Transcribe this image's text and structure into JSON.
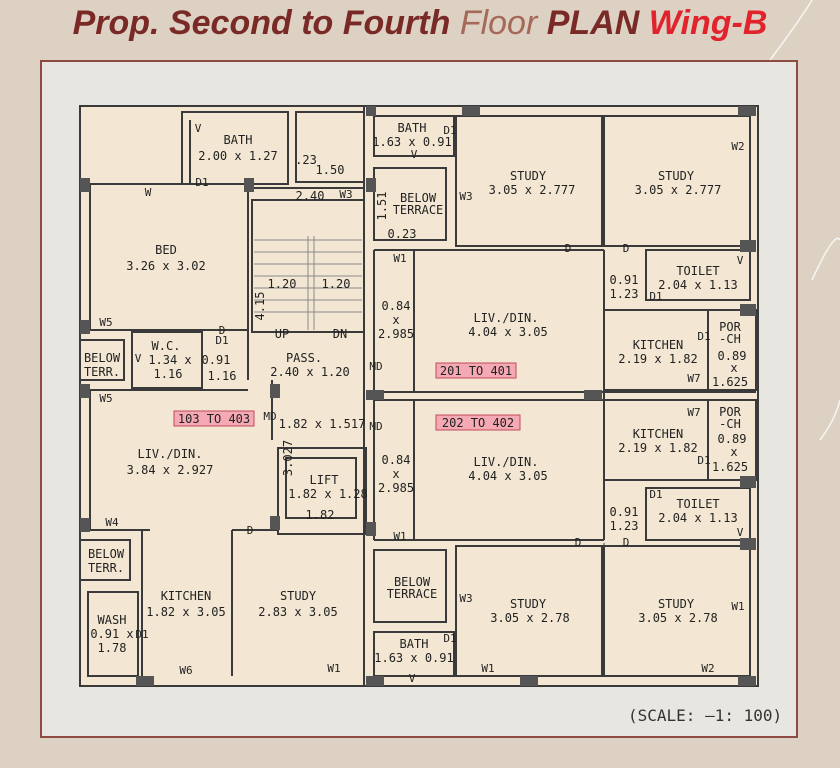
{
  "title": {
    "part1": "Prop. Second to Fourth ",
    "part2": "Floor ",
    "part3": "PLAN ",
    "part4": "Wing-B",
    "colors": {
      "dark": "#7a2a26",
      "light": "#a5695a",
      "red": "#e0232c"
    }
  },
  "scale": "(SCALE: —1: 100)",
  "rooms": {
    "bath_left": [
      "BATH",
      "2.00 x 1.27"
    ],
    "bed": [
      "BED",
      "3.26 x 3.02"
    ],
    "wc": [
      "W.C.",
      "1.34 x",
      "1.16"
    ],
    "below_terr_left1": [
      "BELOW",
      "TERR."
    ],
    "below_terr_left2": [
      "BELOW",
      "TERR."
    ],
    "liv_left": [
      "LIV./DIN.",
      "3.84 x 2.927"
    ],
    "kitchen_left": [
      "KITCHEN",
      "1.82 x 3.05"
    ],
    "wash": [
      "WASH",
      "0.91 x",
      "1.78"
    ],
    "study_left": [
      "STUDY",
      "2.83 x 3.05"
    ],
    "pass": [
      "PASS.",
      "2.40 x 1.20"
    ],
    "lift": [
      "LIFT",
      "1.82 x 1.28"
    ],
    "bath_top_mid": [
      "BATH",
      "1.63 x 0.91"
    ],
    "below_terrace_top": [
      "BELOW",
      "TERRACE"
    ],
    "study_top_mid": [
      "STUDY",
      "3.05 x 2.777"
    ],
    "study_top_right": [
      "STUDY",
      "3.05 x 2.777"
    ],
    "toilet_top": [
      "TOILET",
      "2.04 x 1.13"
    ],
    "liv_mid_top": [
      "LIV./DIN.",
      "4.04 x 3.05"
    ],
    "kitchen_right_top": [
      "KITCHEN",
      "2.19 x 1.82"
    ],
    "porch_top": [
      "POR",
      "-CH",
      "0.89",
      "x",
      "1.625"
    ],
    "liv_mid_bot": [
      "LIV./DIN.",
      "4.04 x 3.05"
    ],
    "kitchen_right_bot": [
      "KITCHEN",
      "2.19 x 1.82"
    ],
    "porch_bot": [
      "POR",
      "-CH",
      "0.89",
      "x",
      "1.625"
    ],
    "toilet_bot": [
      "TOILET",
      "2.04 x 1.13"
    ],
    "below_terrace_bot": [
      "BELOW",
      "TERRACE"
    ],
    "study_bot_mid": [
      "STUDY",
      "3.05 x 2.78"
    ],
    "study_bot_right": [
      "STUDY",
      "3.05 x 2.78"
    ],
    "bath_bot_mid": [
      "BATH",
      "1.63 x 0.91"
    ]
  },
  "dims": {
    "d150": "1.50",
    "d23": ".23",
    "d240": "2.40",
    "d151": "1.51",
    "d023": "0.23",
    "d415": "4.15",
    "d120a": "1.20",
    "d120b": "1.20",
    "up": "UP",
    "dn": "DN",
    "d084a": [
      "0.84",
      "x",
      "2.985"
    ],
    "d084b": [
      "0.84",
      "x",
      "2.985"
    ],
    "d091a": [
      "0.91",
      "x",
      "1.16"
    ],
    "d091b": [
      "0.91",
      "x",
      "1.23"
    ],
    "d091c": [
      "0.91",
      "x",
      "1.23"
    ],
    "d182_1517": "1.82 x 1.517",
    "d3027": "3.027",
    "d182": "1.82"
  },
  "flats": {
    "f1": "103 TO 403",
    "f2": "201 TO 401",
    "f3": "202 TO 402"
  },
  "marks": {
    "D": "D",
    "D1": "D1",
    "W": "W",
    "W1": "W1",
    "W2": "W2",
    "W3": "W3",
    "W4": "W4",
    "W5": "W5",
    "W6": "W6",
    "W7": "W7",
    "MD": "MD",
    "V": "V"
  },
  "colors": {
    "room": "#f3e7d3",
    "wall": "#3a3a3a",
    "pillar": "#555555",
    "tag": "#f4a9b4",
    "frame": "#8e4b44",
    "background": "#ddd1c3"
  }
}
